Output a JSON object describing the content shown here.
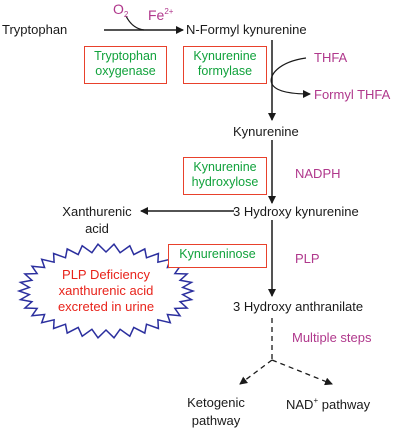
{
  "pathway": {
    "tryptophan": "Tryptophan",
    "o2_main": "O",
    "o2_sub": "2",
    "fe_main": "Fe",
    "fe_sup": "2+",
    "n_formyl_kynurenine": "N-Formyl kynurenine",
    "kynurenine": "Kynurenine",
    "hydroxy_kynurenine": "3 Hydroxy kynurenine",
    "hydroxy_anthranilate": "3 Hydroxy anthranilate",
    "xanthurenic_line1": "Xanthurenic",
    "xanthurenic_line2": "acid",
    "ketogenic_line1": "Ketogenic",
    "ketogenic_line2": "pathway",
    "nad_main": "NAD",
    "nad_sup": "+",
    "nad_rest": " pathway"
  },
  "enzymes": {
    "tryptophan_oxygenase_line1": "Tryptophan",
    "tryptophan_oxygenase_line2": "oxygenase",
    "kynurenine_formylase_line1": "Kynurenine",
    "kynurenine_formylase_line2": "formylase",
    "kynurenine_hydroxylose_line1": "Kynurenine",
    "kynurenine_hydroxylose_line2": "hydroxylose",
    "kynureninose": "Kynureninose"
  },
  "cofactors": {
    "thfa": "THFA",
    "formyl_thfa": "Formyl THFA",
    "nadph": "NADPH",
    "plp": "PLP",
    "multiple_steps": "Multiple steps"
  },
  "deficiency_note": {
    "line1": "PLP Deficiency",
    "line2": "xanthurenic acid",
    "line3": "excreted in urine"
  },
  "colors": {
    "enzyme_text": "#11a23c",
    "enzyme_border": "#e8412c",
    "cofactor_text": "#b0388c",
    "note_text": "#e8231b",
    "starburst_border": "#2b2f9e",
    "arrow": "#1a1a1a"
  }
}
